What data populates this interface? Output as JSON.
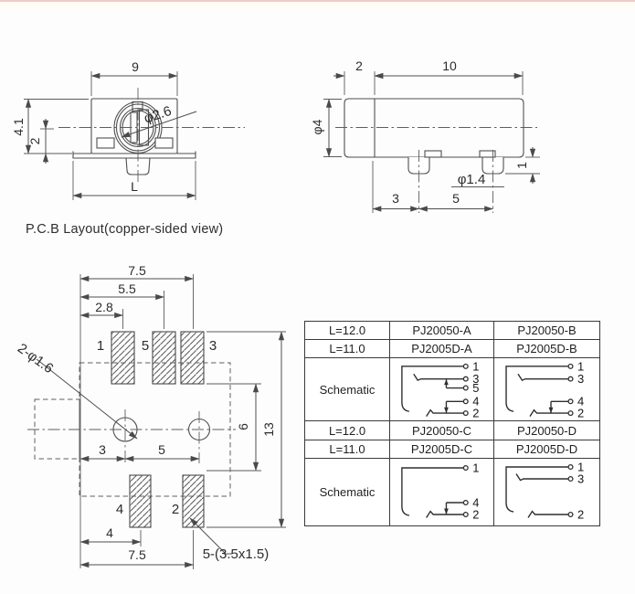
{
  "colors": {
    "top_accent": "#f0caca",
    "cream_band": "#fffdf3",
    "line": "#4f4f4f",
    "text": "#2c2c2c"
  },
  "front_view": {
    "dim_width": "9",
    "dim_height": "4.1",
    "dim_axis_height": "2",
    "dim_length": "L",
    "dim_jack_dia": "φ2.6"
  },
  "side_view": {
    "dim_cap": "2",
    "dim_body": "10",
    "dim_dia": "φ4",
    "dim_pin_dia": "φ1.4",
    "dim_pin_height": "1",
    "dim_pin_offset": "3",
    "dim_pin_pitch": "5"
  },
  "pcb_layout": {
    "caption": "P.C.B Layout(copper-sided view)",
    "dim_pad1_x": "2.8",
    "dim_pad5_x": "5.5",
    "dim_pad3_x": "7.5",
    "dim_holes": "2-φ1.6",
    "dim_hole1_x": "3",
    "dim_hole2_x": "5",
    "dim_holes_y": "6",
    "dim_pads_y": "13",
    "dim_pad4_x": "4",
    "dim_pad2_x": "7.5",
    "pad_note": "5-(3.5x1.5)",
    "pads": {
      "p1": "1",
      "p5": "5",
      "p3": "3",
      "p4": "4",
      "p2": "2"
    }
  },
  "table": {
    "rows": [
      {
        "length": "L=12.0",
        "model_left": "PJ20050-A",
        "model_right": "PJ20050-B"
      },
      {
        "length": "L=11.0",
        "model_left": "PJ2005D-A",
        "model_right": "PJ2005D-B"
      },
      {
        "label": "Schematic"
      },
      {
        "length": "L=12.0",
        "model_left": "PJ20050-C",
        "model_right": "PJ20050-D"
      },
      {
        "length": "L=11.0",
        "model_left": "PJ2005D-C",
        "model_right": "PJ2005D-D"
      },
      {
        "label": "Schematic"
      }
    ],
    "schematic_a_pins": [
      "1",
      "3",
      "5",
      "4",
      "2"
    ],
    "schematic_b_pins": [
      "1",
      "3",
      "4",
      "2"
    ],
    "schematic_c_pins": [
      "1",
      "4",
      "2"
    ],
    "schematic_d_pins": [
      "1",
      "3",
      "2"
    ]
  }
}
